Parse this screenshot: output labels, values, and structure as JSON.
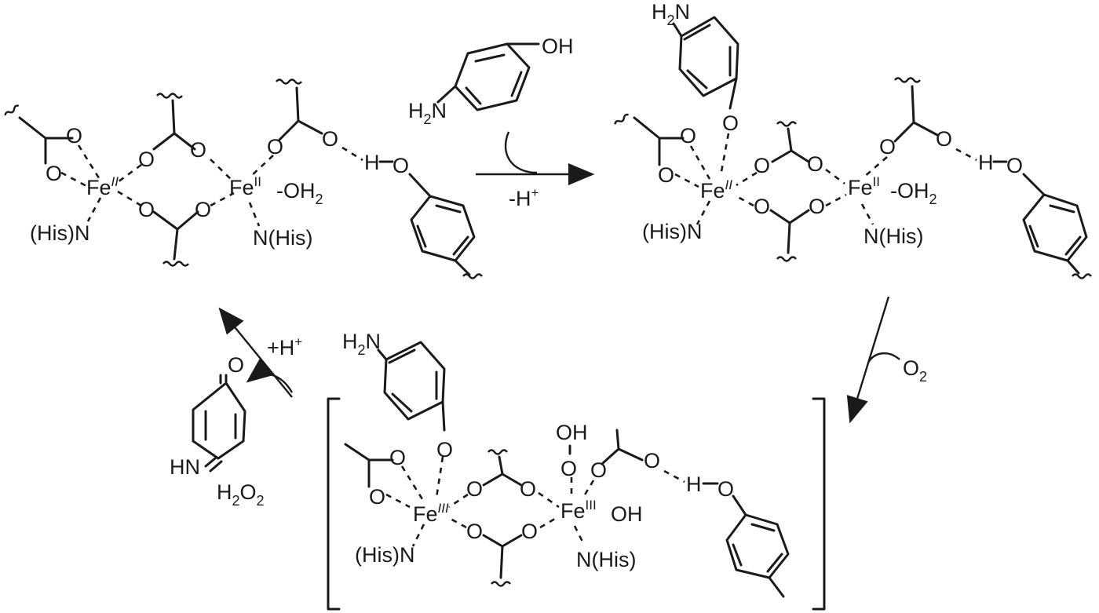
{
  "atoms": {
    "O": "O",
    "H": "H",
    "N": "N",
    "Fe": "Fe",
    "OH": "OH",
    "HN": "HN",
    "H2": "2"
  },
  "labels": {
    "his_n": "(His)N",
    "n_his": "N(His)",
    "fe_ii": "II",
    "fe_iii": "III",
    "oh2_pre": "-OH",
    "sub2": "2",
    "h2n_pre": "H",
    "h2n_post": "N",
    "h2o2_h": "H",
    "h2o2_o": "O",
    "minus_h": "-H",
    "plus_h": "+H",
    "plus_sup": "+",
    "o2": "O",
    "oh_h": "H"
  },
  "scheme": {
    "reagent_top": "4-aminophenol",
    "step1_label": "-H+",
    "step2_label": "O2",
    "step3_label": "+H+",
    "products": "4-benzoquinone imine, H2O2"
  }
}
